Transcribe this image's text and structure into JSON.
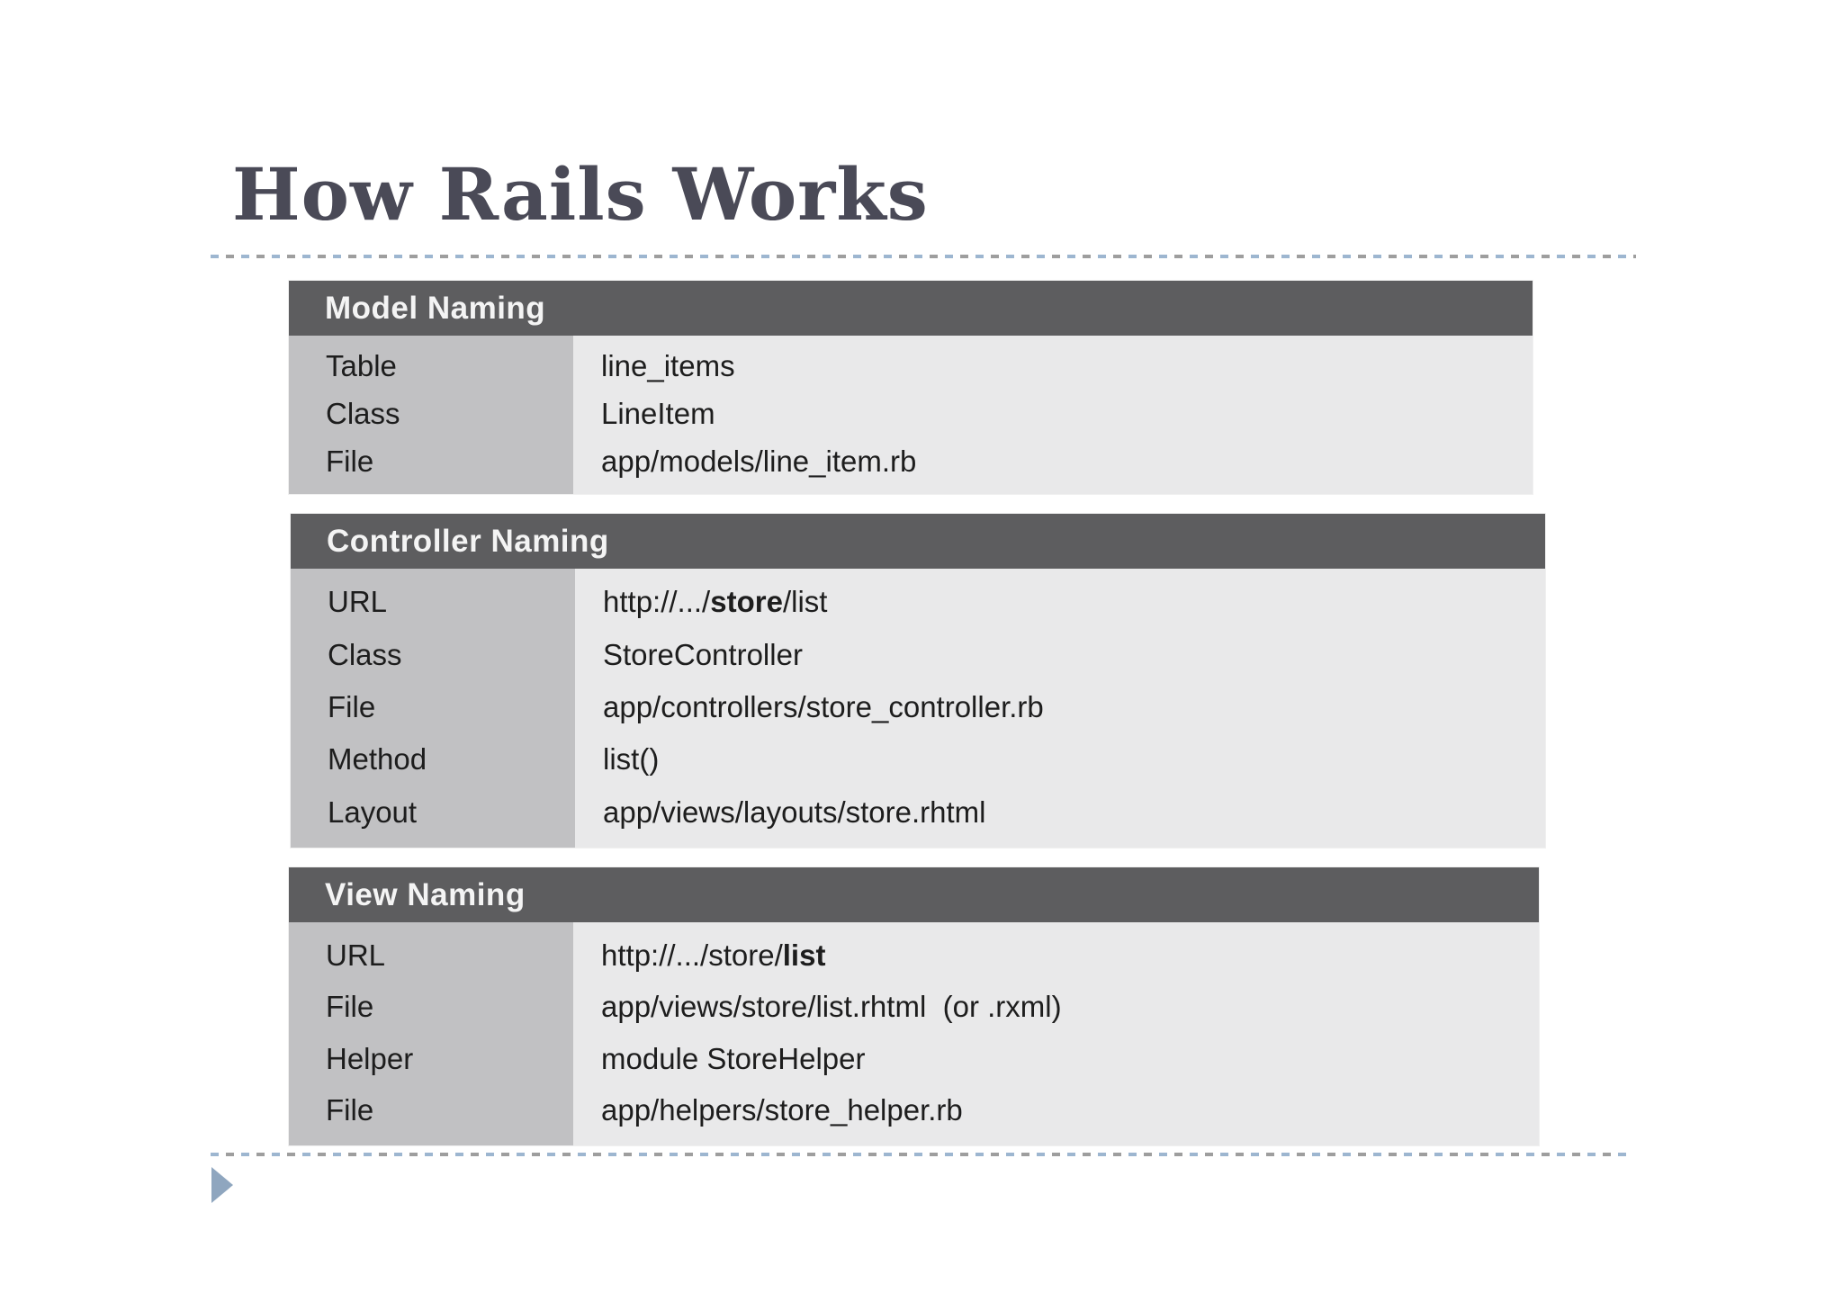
{
  "slide": {
    "title": "How Rails Works"
  },
  "tables": [
    {
      "title": "Model Naming",
      "rows": [
        {
          "label": "Table",
          "parts": [
            {
              "t": "line_items"
            }
          ]
        },
        {
          "label": "Class",
          "parts": [
            {
              "t": "LineItem"
            }
          ]
        },
        {
          "label": "File",
          "parts": [
            {
              "t": "app/models/line_item.rb"
            }
          ]
        }
      ]
    },
    {
      "title": "Controller Naming",
      "rows": [
        {
          "label": "URL",
          "parts": [
            {
              "t": "http://.../"
            },
            {
              "t": "store",
              "bold": true
            },
            {
              "t": "/list"
            }
          ]
        },
        {
          "label": "Class",
          "parts": [
            {
              "t": "StoreController"
            }
          ]
        },
        {
          "label": "File",
          "parts": [
            {
              "t": "app/controllers/store_controller.rb"
            }
          ]
        },
        {
          "label": "Method",
          "parts": [
            {
              "t": "list()"
            }
          ]
        },
        {
          "label": "Layout",
          "parts": [
            {
              "t": "app/views/layouts/store.rhtml"
            }
          ]
        }
      ]
    },
    {
      "title": "View Naming",
      "rows": [
        {
          "label": "URL",
          "parts": [
            {
              "t": "http://.../store/"
            },
            {
              "t": "list",
              "bold": true
            }
          ]
        },
        {
          "label": "File",
          "parts": [
            {
              "t": "app/views/store/list.rhtml  (or .rxml)"
            }
          ]
        },
        {
          "label": "Helper",
          "parts": [
            {
              "t": "module StoreHelper"
            }
          ]
        },
        {
          "label": "File",
          "parts": [
            {
              "t": "app/helpers/store_helper.rb"
            }
          ]
        }
      ]
    }
  ],
  "colors": {
    "title_text": "#4a4a57",
    "table_header_bg": "#5d5d5f",
    "table_header_text": "#f4f4f4",
    "label_column_bg": "#c1c1c3",
    "value_column_bg": "#e9e9ea",
    "body_text": "#1d1d1d",
    "dash_blue": "#9db6d0",
    "dash_gray": "#9e9e9e",
    "bullet_triangle": "#8fa6bf"
  }
}
